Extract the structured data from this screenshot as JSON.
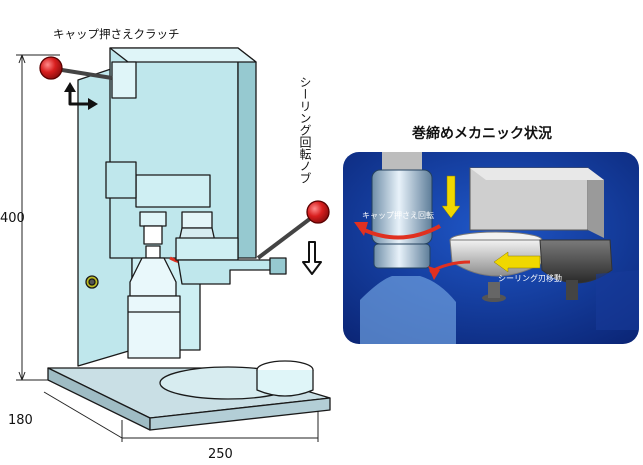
{
  "labels": {
    "cap_clutch": "キャップ押さえクラッチ",
    "sealing_knob": "シーリング回転ノブ",
    "mechanism_title": "巻締めメカニック状況",
    "cap_rotation": "キャップ押さえ回転",
    "sealing_blade_move": "シーリング刃移動"
  },
  "dimensions": {
    "height": "400",
    "depth": "180",
    "width": "250"
  },
  "colors": {
    "machine_body": "#bfe7ec",
    "outline": "#1a1a1a",
    "knob_red": "#d81e1e",
    "inset_bg": "#0d2e88",
    "arrow_red": "#e03020",
    "arrow_yellow": "#f0d800"
  }
}
